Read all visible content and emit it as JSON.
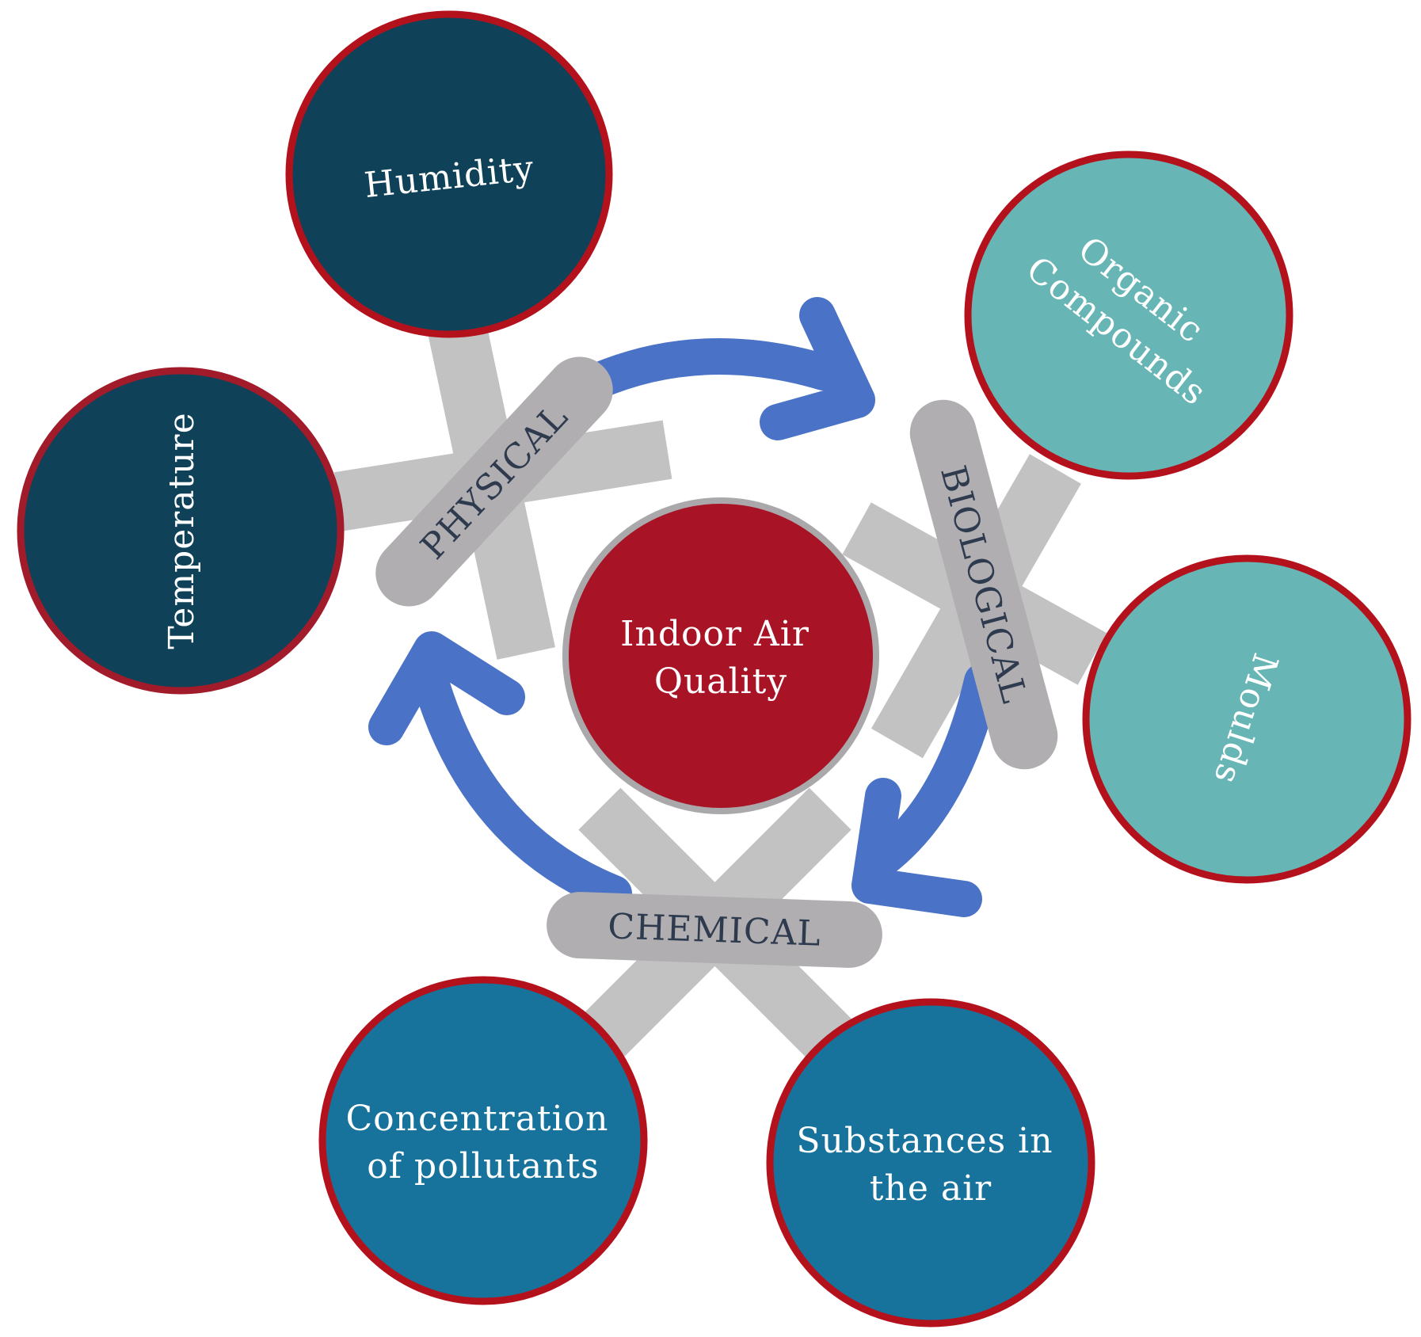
{
  "colors": {
    "connector": "#c2c2c2",
    "pill": "#b0aeb1",
    "arrow": "#4a72c6",
    "outline_red": "#b3121d",
    "center_fill": "#a81426",
    "center_outline": "#aaa8ab",
    "physical_fill": "#0f4159",
    "biological_fill": "#67b5b5",
    "chemical_fill": "#17739b",
    "pill_text": "#2e3b4e",
    "node_text": "#ffffff"
  },
  "center": {
    "line1": "Indoor Air",
    "line2": "Quality"
  },
  "categories": {
    "physical": "PHYSICAL",
    "biological": "BIOLOGICAL",
    "chemical": "CHEMICAL"
  },
  "nodes": {
    "humidity": "Humidity",
    "temperature": "Temperature",
    "organic_line1": "Organic",
    "organic_line2": "Compounds",
    "moulds": "Moulds",
    "concentration_line1": "Concentration",
    "concentration_line2": "of pollutants",
    "substances_line1": "Substances in",
    "substances_line2": "the air"
  }
}
